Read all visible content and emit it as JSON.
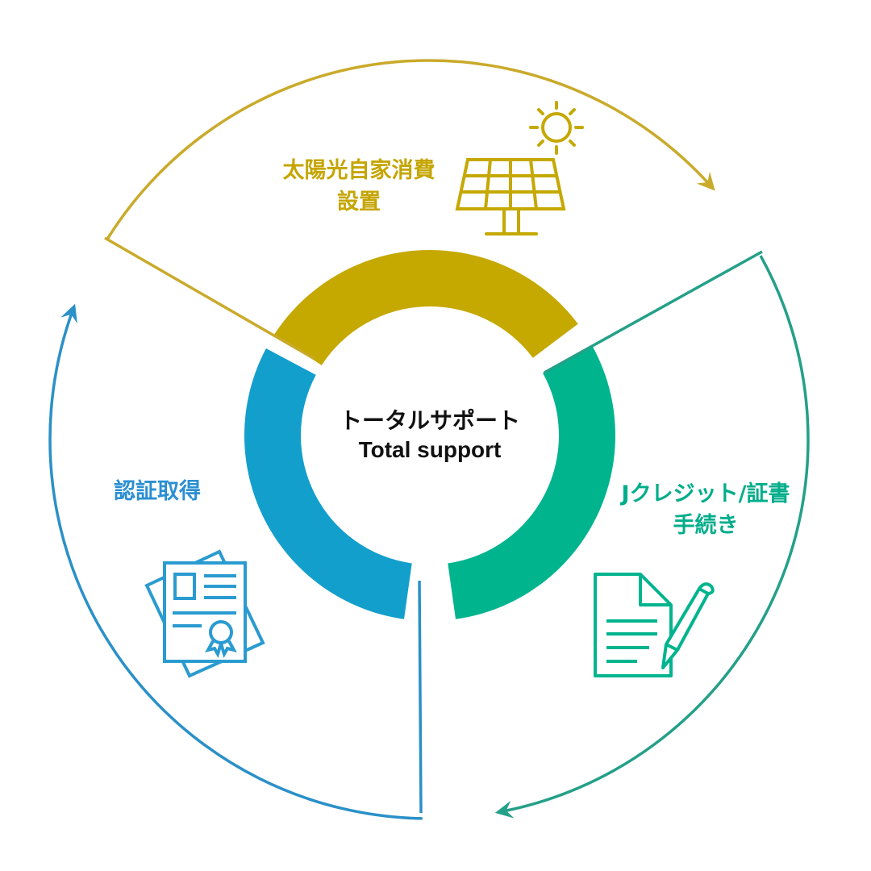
{
  "center": {
    "title_jp": "トータルサポート",
    "title_en": "Total support"
  },
  "steps": [
    {
      "label": "太陽光自家消費設置",
      "line1": "太陽光自家消費",
      "line2": "設置",
      "icon": "solar-panel-icon",
      "color": "#c5a800",
      "line_color": "#c9aa2a"
    },
    {
      "label": "Jクレジット/証書手続き",
      "line1": "Jクレジット/証書",
      "line2": "手続き",
      "icon": "document-pen-icon",
      "color": "#00b48e",
      "line_color": "#24a088"
    },
    {
      "label": "認証取得",
      "line1": "認証取得",
      "icon": "certificate-icon",
      "color": "#139fcc",
      "line_color": "#2a90c8"
    }
  ]
}
